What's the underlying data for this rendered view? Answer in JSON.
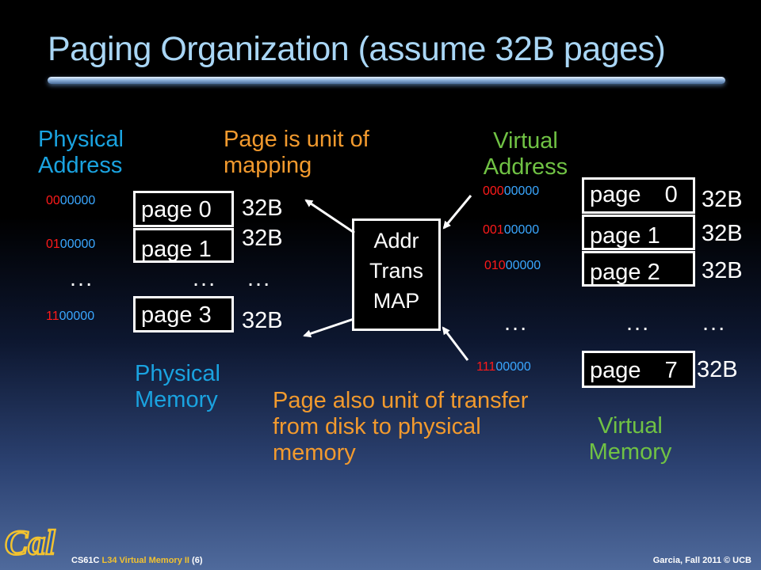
{
  "title": "Paging Organization (assume 32B pages)",
  "labels": {
    "physical_address": "Physical Address",
    "page_unit": "Page is unit of mapping",
    "virtual_address": "Virtual Address",
    "physical_memory": "Physical Memory",
    "transfer_note": "Page also unit of transfer from disk to physical memory",
    "virtual_memory": "Virtual Memory"
  },
  "map": {
    "line1": "Addr",
    "line2": "Trans",
    "line3": "MAP"
  },
  "physical": [
    {
      "addr_red": "00",
      "addr_blue": "00000",
      "page": "page 0",
      "size": "32B"
    },
    {
      "addr_red": "01",
      "addr_blue": "00000",
      "page": "page 1",
      "size": "32B"
    },
    {
      "addr_red": "11",
      "addr_blue": "00000",
      "page": "page 3",
      "size": "32B"
    }
  ],
  "physical_dots": [
    "...",
    "...",
    "..."
  ],
  "virtual": [
    {
      "addr_red": "000",
      "addr_blue": "00000",
      "page": "page 0",
      "size": "32B"
    },
    {
      "addr_red": "001",
      "addr_blue": "00000",
      "page": "page 1",
      "size": "32B"
    },
    {
      "addr_red": "010",
      "addr_blue": "00000",
      "page": "page 2",
      "size": "32B"
    },
    {
      "addr_red": "111",
      "addr_blue": "00000",
      "page": "page 7",
      "size": "32B"
    }
  ],
  "virtual_dots": [
    "...",
    "...",
    "..."
  ],
  "footer": {
    "course": "CS61C",
    "lecture": "L34 Virtual Memory II",
    "slide": "(6)",
    "credit": "Garcia, Fall 2011 © UCB",
    "logo": "Cal"
  },
  "colors": {
    "title": "#a9d6f5",
    "cyan": "#1aa3e0",
    "orange": "#f29a2e",
    "green": "#70c244",
    "red": "#ff1a1a",
    "blue": "#3aa7ff"
  }
}
